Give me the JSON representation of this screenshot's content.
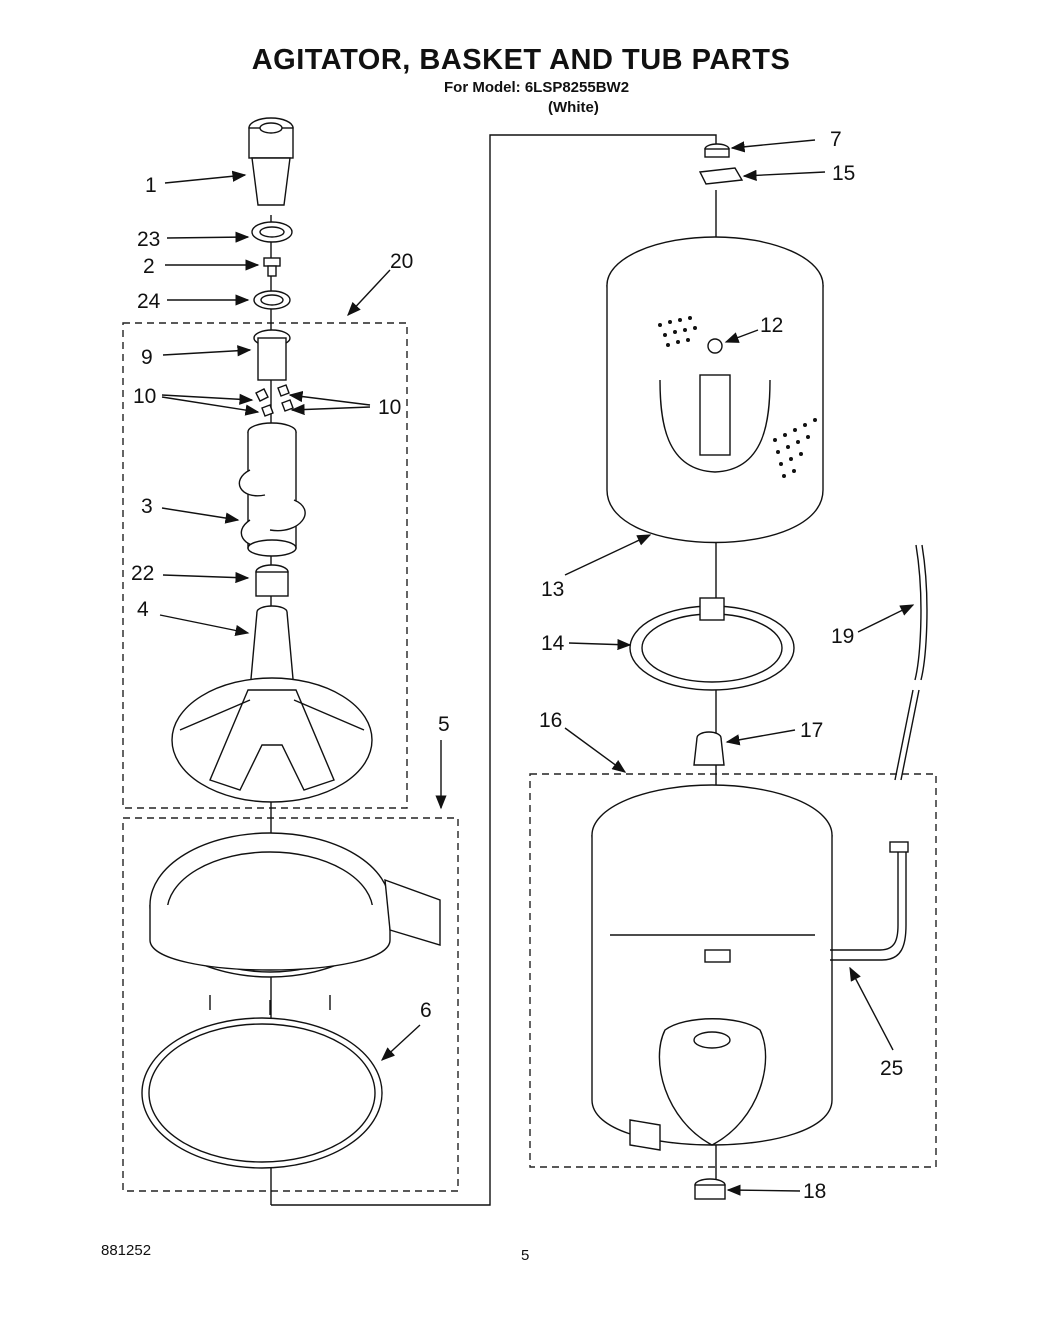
{
  "header": {
    "title": "AGITATOR, BASKET AND TUB PARTS",
    "model_line": "For Model: 6LSP8255BW2",
    "color_line": "(White)"
  },
  "footer": {
    "doc_number": "881252",
    "page_number": "5"
  },
  "callouts": {
    "c1": "1",
    "c23": "23",
    "c2": "2",
    "c24": "24",
    "c20": "20",
    "c9": "9",
    "c10a": "10",
    "c10b": "10",
    "c3": "3",
    "c22": "22",
    "c4": "4",
    "c5": "5",
    "c6": "6",
    "c7": "7",
    "c15": "15",
    "c12": "12",
    "c13": "13",
    "c14": "14",
    "c19": "19",
    "c16": "16",
    "c17": "17",
    "c25": "25",
    "c18": "18"
  }
}
